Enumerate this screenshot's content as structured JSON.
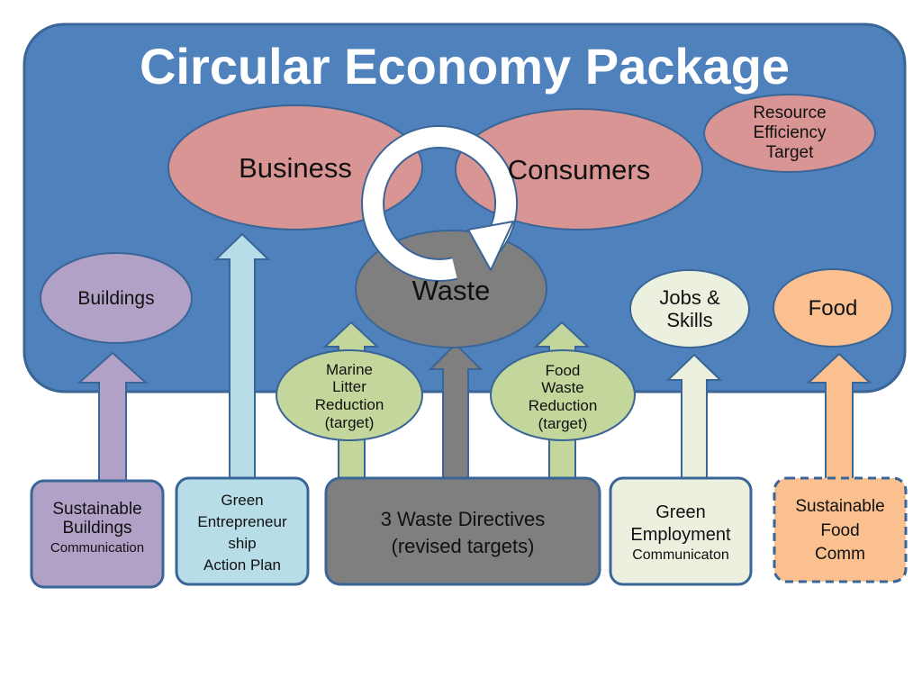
{
  "title": "Circular Economy Package",
  "colors": {
    "panel": "#4f81bd",
    "panel_border": "#3a6597",
    "pink": "#d99594",
    "grey": "#7f7f7f",
    "purple": "#b2a1c7",
    "light_blue": "#b7dde8",
    "light_green": "#c3d69b",
    "pale_green": "#ebf1de",
    "orange": "#fac090"
  },
  "nodes": {
    "business": "Business",
    "consumers": "Consumers",
    "waste": "Waste",
    "resource_efficiency": [
      "Resource",
      "Efficiency",
      "Target"
    ],
    "buildings": "Buildings",
    "jobs_skills": [
      "Jobs &",
      "Skills"
    ],
    "food": "Food",
    "marine_litter": [
      "Marine",
      "Litter",
      "Reduction",
      "(target)"
    ],
    "food_waste": [
      "Food",
      "Waste",
      "Reduction",
      "(target)"
    ]
  },
  "boxes": {
    "sustainable_buildings": [
      "Sustainable",
      "Buildings",
      "Communication"
    ],
    "green_entrepreneurship": [
      "Green",
      "Entrepreneur",
      "ship",
      "Action Plan"
    ],
    "waste_directives": [
      "3 Waste Directives",
      "(revised targets)"
    ],
    "green_employment": [
      "Green",
      "Employment",
      "Communicaton"
    ],
    "sustainable_food": [
      "Sustainable",
      "Food",
      "Comm"
    ]
  },
  "icons": {
    "cycle": "circular-arrow-icon"
  }
}
